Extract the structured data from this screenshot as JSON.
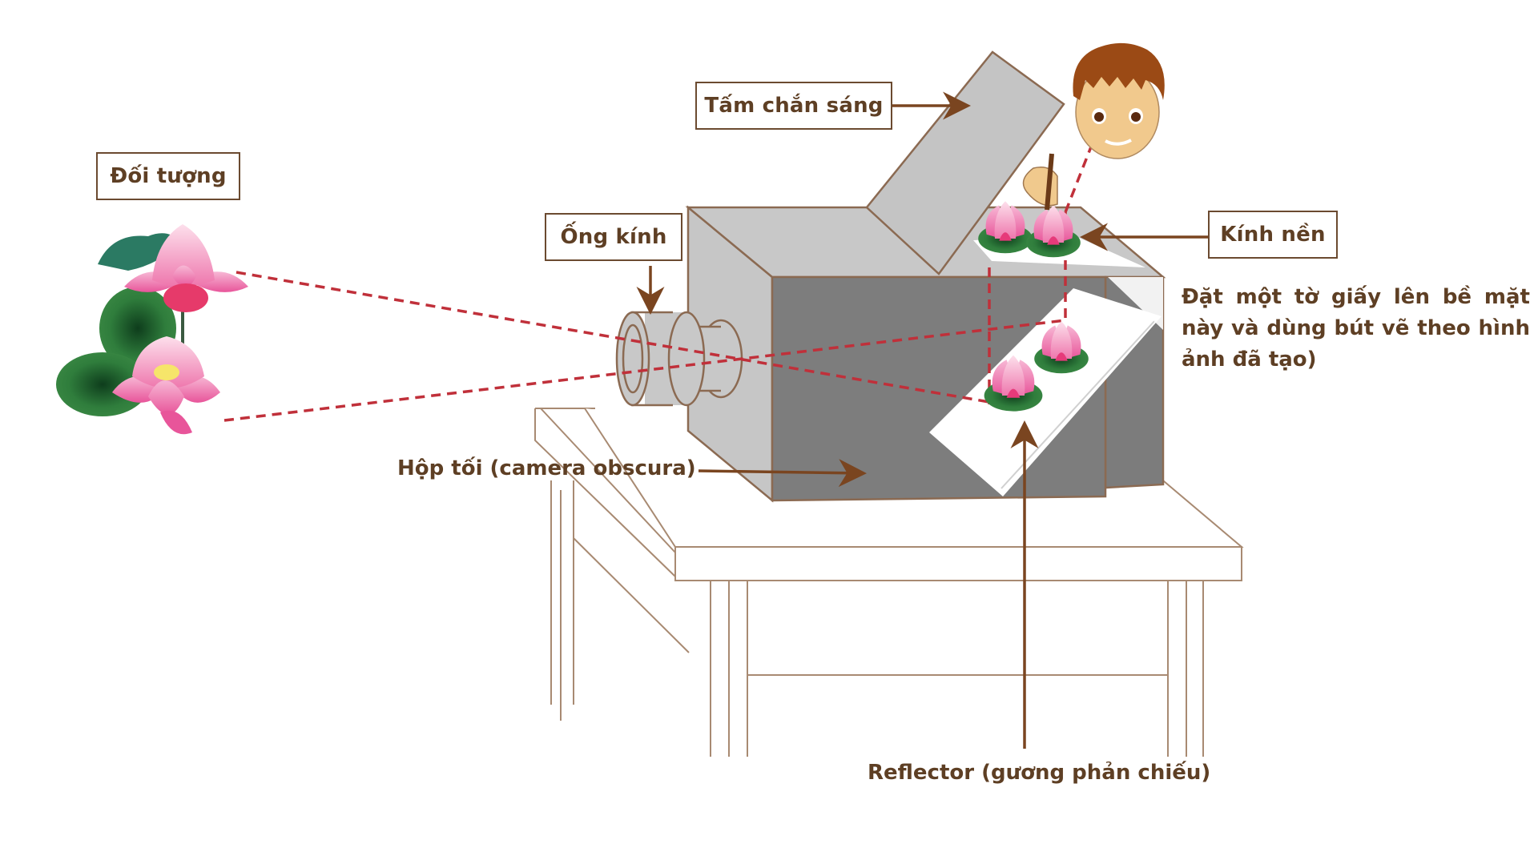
{
  "labels": {
    "object": "Đối tượng",
    "light_shield": "Tấm chắn sáng",
    "lens": "Ống kính",
    "ground_glass": "Kính nền",
    "ground_glass_note": "Đặt một tờ giấy lên bề mặt này và dùng bút vẽ theo hình ảnh đã tạo)",
    "dark_box": "Hộp tối (camera obscura)",
    "reflector": "Reflector (gương phản chiếu)"
  },
  "colors": {
    "text": "#5e3f24",
    "arrow": "#7a4520",
    "outline": "#8b6a52",
    "box_light": "#c8c8c8",
    "box_dark": "#7f7f7f",
    "ray": "#c0303a",
    "lotus": "#ee7fb3",
    "leaf": "#2d7a3e",
    "hair": "#9b4a15",
    "skin": "#f1c98d"
  }
}
